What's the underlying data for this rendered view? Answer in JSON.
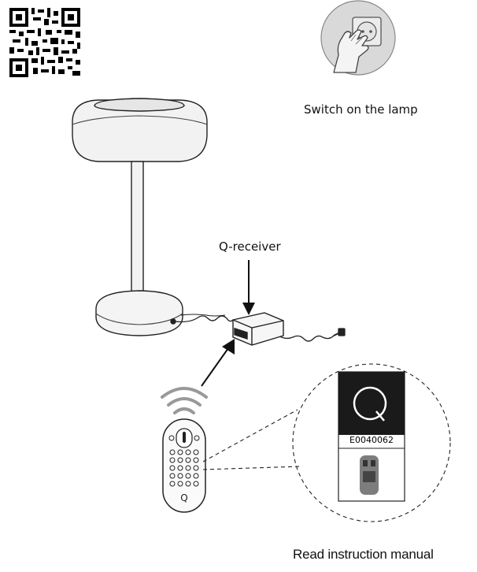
{
  "captions": {
    "switch_on": "Switch on the lamp",
    "receiver": "Q-receiver",
    "manual": "Read instruction manual"
  },
  "remote_detail": {
    "logo_letter": "Q",
    "product_code": "E0040062"
  },
  "remote": {
    "logo_letter": "Q"
  },
  "icons": [
    "qr-code-icon",
    "hand-plug-icon",
    "wifi-signal-icon",
    "q-logo-icon"
  ],
  "colors": {
    "line": "#222222",
    "lamp_shade": "#f2f2f2",
    "circle_fill": "#d9d9d9",
    "logo_bg": "#1a1a1a"
  }
}
